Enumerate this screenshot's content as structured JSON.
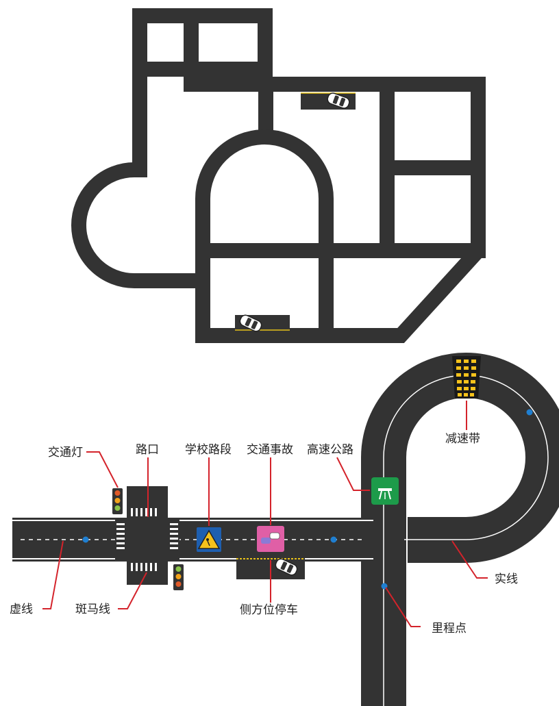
{
  "colors": {
    "road": "#333333",
    "edge_line": "#ffffff",
    "center_line": "#ffffff",
    "leader": "#d4232b",
    "milestone_dot": "#1f7fd1",
    "parking_line": "#e8c21a",
    "speed_bump": "#f5c21b",
    "highway_sign": "#1d9b4a",
    "school_sign": "#1e5fb0",
    "accident_sign": "#e05fa6"
  },
  "icons": {
    "traffic_light": "traffic-light-icon",
    "school_sign": "school-zone-sign-icon",
    "accident_sign": "traffic-accident-sign-icon",
    "highway_sign": "highway-sign-icon",
    "car": "car-icon"
  },
  "labels": {
    "traffic_light": "交通灯",
    "intersection": "路口",
    "school_zone": "学校路段",
    "accident": "交通事故",
    "highway": "高速公路",
    "speed_bump": "减速带",
    "dashed_line": "虚线",
    "crosswalk": "斑马线",
    "parallel_parking": "侧方位停车",
    "solid_line": "实线",
    "milestone": "里程点"
  }
}
